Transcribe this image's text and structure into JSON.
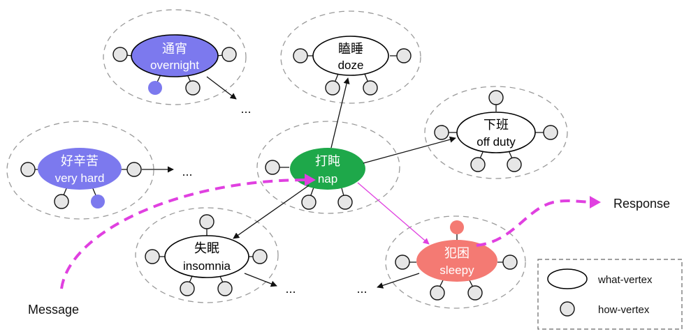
{
  "nodes": {
    "overnight": {
      "cn": "通宵",
      "en": "overnight",
      "fill": "#7c79ee",
      "text": "#ffffff"
    },
    "doze": {
      "cn": "瞌睡",
      "en": "doze",
      "fill": "#ffffff",
      "text": "#000000"
    },
    "very_hard": {
      "cn": "好辛苦",
      "en": "very hard",
      "fill": "#7c79ee",
      "text": "#ffffff"
    },
    "nap": {
      "cn": "打盹",
      "en": "nap",
      "fill": "#1ea84a",
      "text": "#ffffff"
    },
    "off_duty": {
      "cn": "下班",
      "en": "off duty",
      "fill": "#ffffff",
      "text": "#000000"
    },
    "insomnia": {
      "cn": "失眠",
      "en": "insomnia",
      "fill": "#ffffff",
      "text": "#000000"
    },
    "sleepy": {
      "cn": "犯困",
      "en": "sleepy",
      "fill": "#f47a73",
      "text": "#ffffff"
    }
  },
  "ellipsis": "...",
  "labels": {
    "message": "Message",
    "response": "Response"
  },
  "legend": {
    "what": "what-vertex",
    "how": "how-vertex"
  },
  "colors": {
    "path": "#e040e0",
    "cluster": "#9a9a9a",
    "highlight_blue": "#7c79ee",
    "highlight_red": "#f47a73"
  }
}
